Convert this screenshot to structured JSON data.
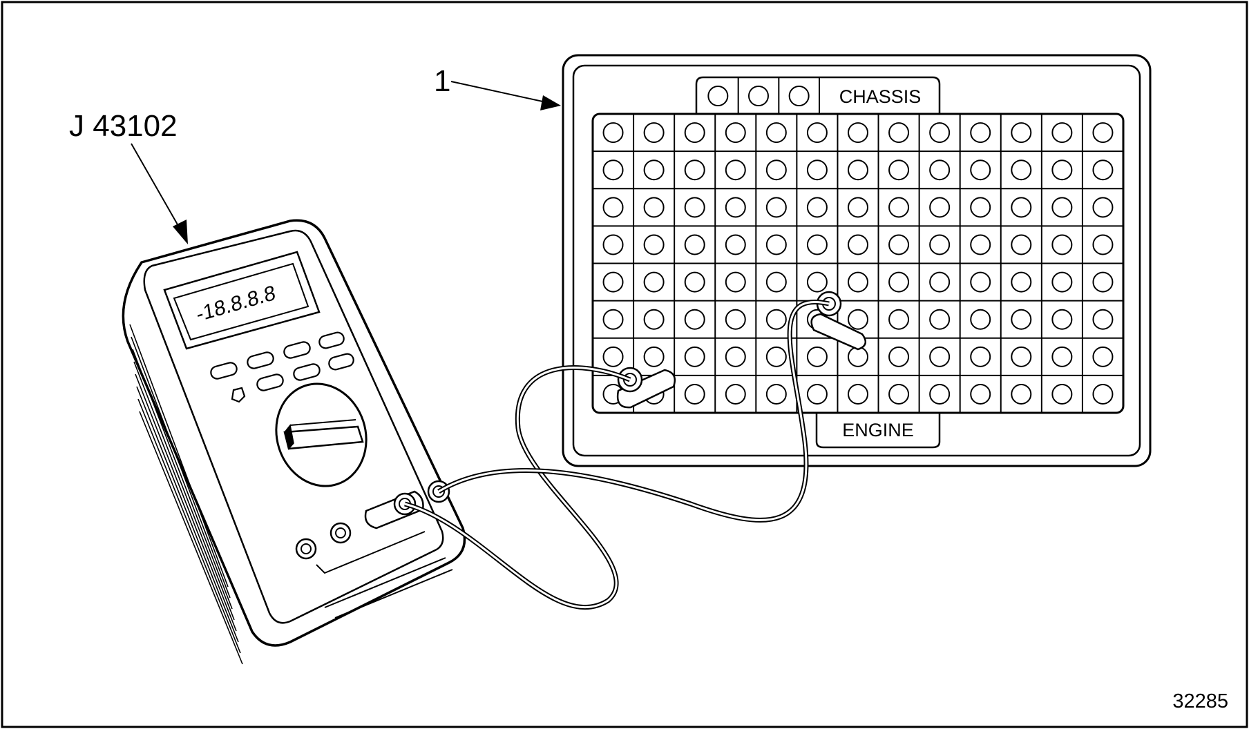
{
  "callouts": {
    "tool_label": "J 43102",
    "item_number": "1"
  },
  "meter": {
    "display_reading": "-18.8.8.8"
  },
  "breakout_box": {
    "top_label": "CHASSIS",
    "bottom_label": "ENGINE",
    "grid_rows": 8,
    "grid_cols": 13,
    "top_tab_jacks": 3
  },
  "figure_number": "32285",
  "colors": {
    "line": "#000000",
    "background": "#ffffff"
  }
}
